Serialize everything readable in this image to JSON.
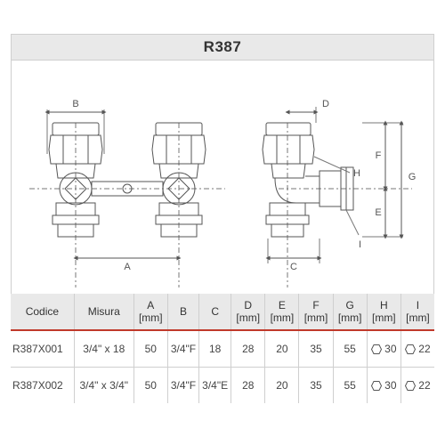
{
  "title": "R387",
  "drawing": {
    "front_labels": {
      "a": "A",
      "b": "B"
    },
    "side_labels": {
      "c": "C",
      "d": "D",
      "e": "E",
      "f": "F",
      "g": "G",
      "h": "H",
      "i": "I"
    }
  },
  "table": {
    "headers": [
      {
        "main": "Codice",
        "unit": ""
      },
      {
        "main": "Misura",
        "unit": ""
      },
      {
        "main": "A",
        "unit": "[mm]"
      },
      {
        "main": "B",
        "unit": ""
      },
      {
        "main": "C",
        "unit": ""
      },
      {
        "main": "D",
        "unit": "[mm]"
      },
      {
        "main": "E",
        "unit": "[mm]"
      },
      {
        "main": "F",
        "unit": "[mm]"
      },
      {
        "main": "G",
        "unit": "[mm]"
      },
      {
        "main": "H",
        "unit": "[mm]"
      },
      {
        "main": "I",
        "unit": "[mm]"
      }
    ],
    "rows": [
      [
        "R387X001",
        "3/4\" x 18",
        "50",
        "3/4\"F",
        "18",
        "28",
        "20",
        "35",
        "55",
        "30",
        "22"
      ],
      [
        "R387X002",
        "3/4\" x 3/4\"",
        "50",
        "3/4\"F",
        "3/4\"E",
        "28",
        "20",
        "35",
        "55",
        "30",
        "22"
      ]
    ],
    "hex_columns": [
      9,
      10
    ]
  }
}
